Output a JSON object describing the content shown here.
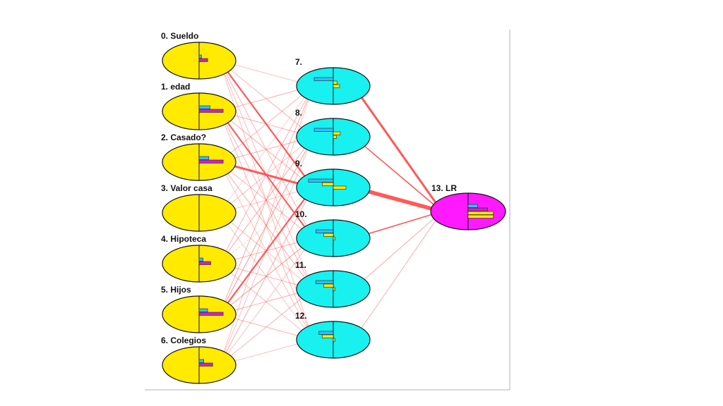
{
  "network": {
    "inputs": [
      {
        "label": "0. Sueldo",
        "bars": [
          0.06,
          0.22
        ]
      },
      {
        "label": "1. edad",
        "bars": [
          0.28,
          0.62
        ]
      },
      {
        "label": "2. Casado?",
        "bars": [
          0.25,
          0.62
        ]
      },
      {
        "label": "3. Valor casa",
        "bars": []
      },
      {
        "label": "4. Hipoteca",
        "bars": [
          0.1,
          0.3
        ]
      },
      {
        "label": "5. Hijos",
        "bars": [
          0.22,
          0.62
        ]
      },
      {
        "label": "6. Colegios",
        "bars": [
          0.12,
          0.35
        ]
      }
    ],
    "hidden": [
      {
        "label": "7.",
        "bars": [
          -0.6,
          0.12,
          0.2
        ]
      },
      {
        "label": "8.",
        "bars": [
          -0.6,
          0.22,
          0.1
        ]
      },
      {
        "label": "9.",
        "bars": [
          -0.78,
          -0.35,
          0.4
        ]
      },
      {
        "label": "10.",
        "bars": [
          -0.55,
          -0.3,
          0.05
        ]
      },
      {
        "label": "11.",
        "bars": [
          -0.55,
          -0.3,
          0.05
        ]
      },
      {
        "label": "12.",
        "bars": [
          -0.45,
          -0.35,
          0.05
        ]
      }
    ],
    "output": {
      "label": "13. LR",
      "bars": [
        0.25,
        0.5,
        0.65,
        0.65
      ]
    },
    "colors": {
      "input_fill": "#ffea00",
      "hidden_fill": "#19f0f0",
      "output_fill": "#ff19ff",
      "edge": "#ff5050",
      "edge_alt": "#88cc66",
      "bar_blue": "#2ec0ff",
      "bar_magenta": "#cc22cc",
      "bar_yellow": "#ffea00"
    },
    "edges_in_hidden": [
      {
        "from": 0,
        "to": 0,
        "w": 0.6
      },
      {
        "from": 0,
        "to": 1,
        "w": 0.7
      },
      {
        "from": 0,
        "to": 2,
        "w": 2.2
      },
      {
        "from": 0,
        "to": 3,
        "w": 0.7
      },
      {
        "from": 0,
        "to": 4,
        "w": 0.6
      },
      {
        "from": 0,
        "to": 5,
        "w": 0.6
      },
      {
        "from": 1,
        "to": 0,
        "w": 0.8
      },
      {
        "from": 1,
        "to": 1,
        "w": 0.7
      },
      {
        "from": 1,
        "to": 2,
        "w": 0.8
      },
      {
        "from": 1,
        "to": 3,
        "w": 2.0
      },
      {
        "from": 1,
        "to": 4,
        "w": 0.7
      },
      {
        "from": 1,
        "to": 5,
        "w": 0.7
      },
      {
        "from": 2,
        "to": 0,
        "w": 0.7
      },
      {
        "from": 2,
        "to": 1,
        "w": 0.8
      },
      {
        "from": 2,
        "to": 2,
        "w": 3.0
      },
      {
        "from": 2,
        "to": 3,
        "w": 0.7
      },
      {
        "from": 2,
        "to": 4,
        "w": 0.8
      },
      {
        "from": 2,
        "to": 5,
        "w": 0.6
      },
      {
        "from": 3,
        "to": 0,
        "w": 0.5
      },
      {
        "from": 3,
        "to": 1,
        "w": 0.6
      },
      {
        "from": 3,
        "to": 2,
        "w": 0.6
      },
      {
        "from": 3,
        "to": 3,
        "w": 0.5,
        "alt": true
      },
      {
        "from": 3,
        "to": 4,
        "w": 0.6
      },
      {
        "from": 3,
        "to": 5,
        "w": 0.6
      },
      {
        "from": 4,
        "to": 0,
        "w": 0.7
      },
      {
        "from": 4,
        "to": 1,
        "w": 0.8
      },
      {
        "from": 4,
        "to": 2,
        "w": 0.7,
        "alt": true
      },
      {
        "from": 4,
        "to": 3,
        "w": 0.8
      },
      {
        "from": 4,
        "to": 4,
        "w": 0.7
      },
      {
        "from": 4,
        "to": 5,
        "w": 0.6
      },
      {
        "from": 5,
        "to": 0,
        "w": 0.8
      },
      {
        "from": 5,
        "to": 1,
        "w": 1.0
      },
      {
        "from": 5,
        "to": 2,
        "w": 2.2
      },
      {
        "from": 5,
        "to": 3,
        "w": 1.0
      },
      {
        "from": 5,
        "to": 4,
        "w": 0.8
      },
      {
        "from": 5,
        "to": 5,
        "w": 0.7
      },
      {
        "from": 6,
        "to": 0,
        "w": 0.6
      },
      {
        "from": 6,
        "to": 1,
        "w": 0.6
      },
      {
        "from": 6,
        "to": 2,
        "w": 0.8
      },
      {
        "from": 6,
        "to": 3,
        "w": 0.6
      },
      {
        "from": 6,
        "to": 4,
        "w": 0.7
      },
      {
        "from": 6,
        "to": 5,
        "w": 0.6
      }
    ],
    "edges_hidden_out": [
      {
        "from": 0,
        "w": 3.0
      },
      {
        "from": 1,
        "w": 1.6
      },
      {
        "from": 2,
        "w": 5.5
      },
      {
        "from": 3,
        "w": 1.6
      },
      {
        "from": 4,
        "w": 0.8
      },
      {
        "from": 5,
        "w": 0.7
      }
    ]
  }
}
